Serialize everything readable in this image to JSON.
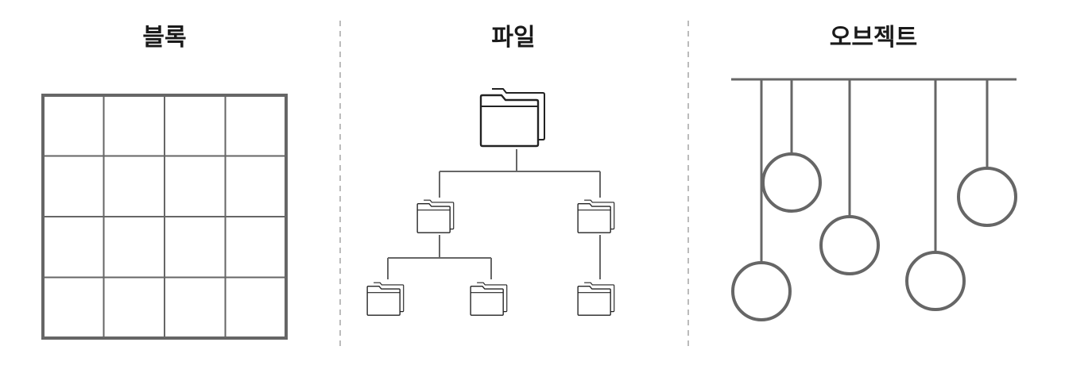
{
  "sections": {
    "block": {
      "title": "블록"
    },
    "file": {
      "title": "파일"
    },
    "object": {
      "title": "오브젝트"
    }
  },
  "colors": {
    "stroke": "#666666",
    "folder_stroke": "#222222",
    "divider": "#bbbbbb",
    "title": "#1a1a1a",
    "background": "#ffffff"
  },
  "icons": {
    "folder": "folder-icon",
    "object": "object-circle"
  },
  "block_grid": {
    "rows": 4,
    "cols": 4
  },
  "file_tree": {
    "root": "folder",
    "children": [
      {
        "node": "folder",
        "children": [
          "folder",
          "folder"
        ]
      },
      {
        "node": "folder",
        "children": [
          "folder"
        ]
      }
    ]
  },
  "object_store": {
    "object_count": 5
  }
}
